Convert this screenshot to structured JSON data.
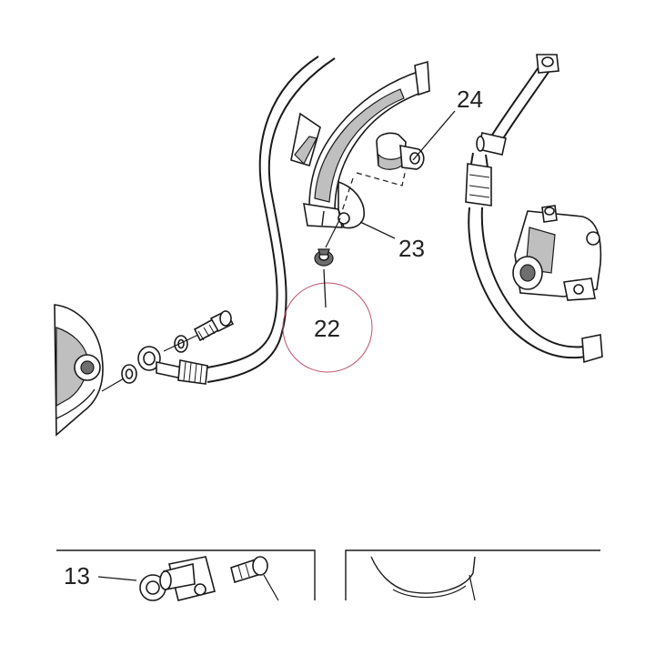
{
  "callouts": {
    "c13": "13",
    "c22": "22",
    "c23": "23",
    "c24": "24"
  },
  "colors": {
    "line": "#1a1a1a",
    "highlight_circle": "#c0506a",
    "shade": "#bfbfbf"
  }
}
